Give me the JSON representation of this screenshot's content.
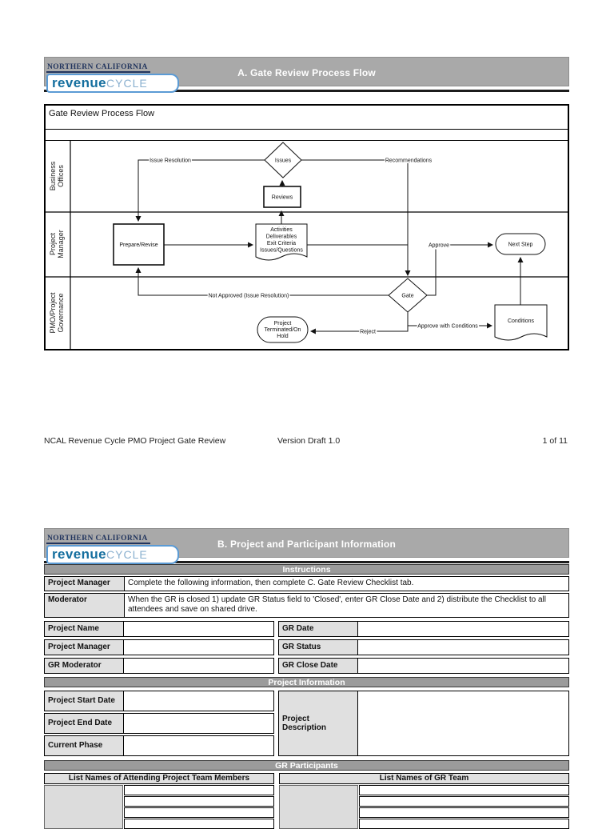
{
  "colors": {
    "bar-gray": "#a9a9a9",
    "section-gray": "#9b9b9b",
    "label-gray": "#e0e0e0",
    "cell-gray": "#dcdcdc",
    "navy": "#22355e",
    "logo-blue": "#156f9f",
    "logo-light-blue": "#8ab0cf",
    "logo-border-blue": "#5b9bd5",
    "line-dark": "#1c1c1c"
  },
  "page1": {
    "brand": {
      "region": "NORTHERN CALIFORNIA",
      "logo_primary": "revenue",
      "logo_secondary": "CYCLE"
    },
    "header_title": "A. Gate Review Process Flow",
    "diagram_title": "Gate Review Process Flow",
    "flow": {
      "lanes": [
        {
          "line1": "Business",
          "line2": "Offices"
        },
        {
          "line1": "Project",
          "line2": "Manager"
        },
        {
          "line1": "PMO/Project",
          "line2": "Governance"
        }
      ],
      "nodes": {
        "issues": "Issues",
        "reviews": "Reviews",
        "prepare": "Prepare/Revise",
        "activities": [
          "Activities",
          "Deliverables",
          "Exit Criteria",
          "Issues/Questions"
        ],
        "next_step": "Next Step",
        "gate": "Gate",
        "conditions": "Conditions",
        "terminated": [
          "Project",
          "Terminated/On",
          "Hold"
        ]
      },
      "edges": {
        "issue_resolution": "Issue Resolution",
        "recommendations": "Recommendations",
        "approve": "Approve",
        "not_approved": "Not Approved (Issue Resolution)",
        "reject": "Reject",
        "approve_with_conditions": "Approve with Conditions"
      }
    },
    "footer": {
      "left": "NCAL Revenue Cycle PMO Project Gate Review",
      "center": "Version Draft 1.0",
      "right": "1 of 11"
    }
  },
  "page2": {
    "brand": {
      "region": "NORTHERN CALIFORNIA",
      "logo_primary": "revenue",
      "logo_secondary": "CYCLE"
    },
    "header_title": "B. Project and Participant Information",
    "section_instructions": "Instructions",
    "instructions": [
      {
        "label": "Project Manager",
        "text": "Complete the following information, then complete C. Gate Review Checklist tab."
      },
      {
        "label": "Moderator",
        "text": "When the GR is closed 1) update GR Status field to 'Closed', enter GR Close Date and 2) distribute the Checklist to all attendees and save on shared drive."
      }
    ],
    "fields_left": [
      {
        "label": "Project Name",
        "value": ""
      },
      {
        "label": "Project Manager",
        "value": ""
      },
      {
        "label": "GR Moderator",
        "value": ""
      }
    ],
    "fields_right": [
      {
        "label": "GR Date",
        "value": ""
      },
      {
        "label": "GR Status",
        "value": ""
      },
      {
        "label": "GR Close Date",
        "value": ""
      }
    ],
    "section_project_information": "Project Information",
    "project_info_left": [
      {
        "label": "Project Start Date",
        "value": ""
      },
      {
        "label": "Project End Date",
        "value": ""
      },
      {
        "label": "Current Phase",
        "value": ""
      }
    ],
    "project_description": {
      "label": "Project Description",
      "value": ""
    },
    "section_gr_participants": "GR Participants",
    "participants": {
      "left_header": "List Names of Attending Project Team Members",
      "right_header": "List Names of GR Team",
      "visible_rows": 4
    }
  }
}
